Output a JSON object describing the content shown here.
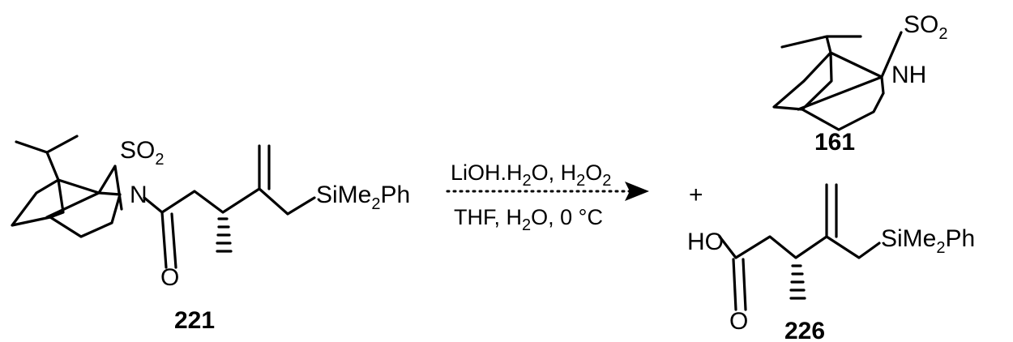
{
  "reactant": {
    "id": "221",
    "sulfonyl": {
      "text": "SO",
      "sub": "2"
    },
    "nitrogen": "N",
    "oxygen": "O",
    "silyl": {
      "pre": "SiMe",
      "sub": "2",
      "post": "Ph"
    }
  },
  "conditions": {
    "line1": {
      "a": "LiOH.H",
      "a_sub": "2",
      "b": "O, H",
      "b_sub": "2",
      "c": "O",
      "c_sub": "2"
    },
    "line2": {
      "a": "THF, H",
      "a_sub": "2",
      "b": "O, 0 °C"
    }
  },
  "plus": "+",
  "product_sultam": {
    "id": "161",
    "sulfonyl": {
      "text": "SO",
      "sub": "2"
    },
    "amine": "NH"
  },
  "product_acid": {
    "id": "226",
    "hydroxyl": "HO",
    "oxygen": "O",
    "silyl": {
      "pre": "SiMe",
      "sub": "2",
      "post": "Ph"
    }
  }
}
